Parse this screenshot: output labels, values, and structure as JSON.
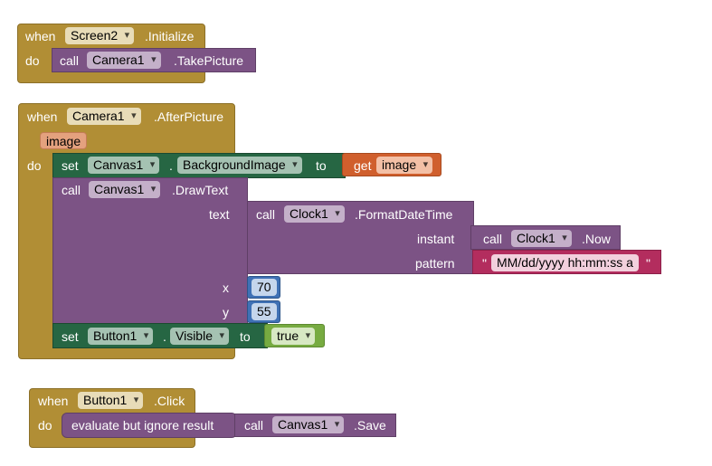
{
  "block1": {
    "when": "when",
    "component": "Screen2",
    "event": ".Initialize",
    "do": "do",
    "call": "call",
    "callComponent": "Camera1",
    "method": ".TakePicture"
  },
  "block2": {
    "when": "when",
    "component": "Camera1",
    "event": ".AfterPicture",
    "param": "image",
    "do": "do",
    "set1": {
      "set": "set",
      "component": "Canvas1",
      "dot": ".",
      "property": "BackgroundImage",
      "to": "to",
      "get": "get",
      "getVar": "image"
    },
    "drawText": {
      "call": "call",
      "component": "Canvas1",
      "method": ".DrawText",
      "textLabel": "text",
      "xLabel": "x",
      "yLabel": "y",
      "xValue": "70",
      "yValue": "55"
    },
    "format": {
      "call": "call",
      "component": "Clock1",
      "method": ".FormatDateTime",
      "instantLabel": "instant",
      "patternLabel": "pattern"
    },
    "now": {
      "call": "call",
      "component": "Clock1",
      "method": ".Now"
    },
    "pattern": {
      "openQuote": "\"",
      "value": "MM/dd/yyyy hh:mm:ss a",
      "closeQuote": "\""
    },
    "set2": {
      "set": "set",
      "component": "Button1",
      "dot": ".",
      "property": "Visible",
      "to": "to",
      "value": "true"
    }
  },
  "block3": {
    "when": "when",
    "component": "Button1",
    "event": ".Click",
    "do": "do",
    "evaluate": "evaluate but ignore result",
    "call": "call",
    "callComponent": "Canvas1",
    "method": ".Save"
  }
}
